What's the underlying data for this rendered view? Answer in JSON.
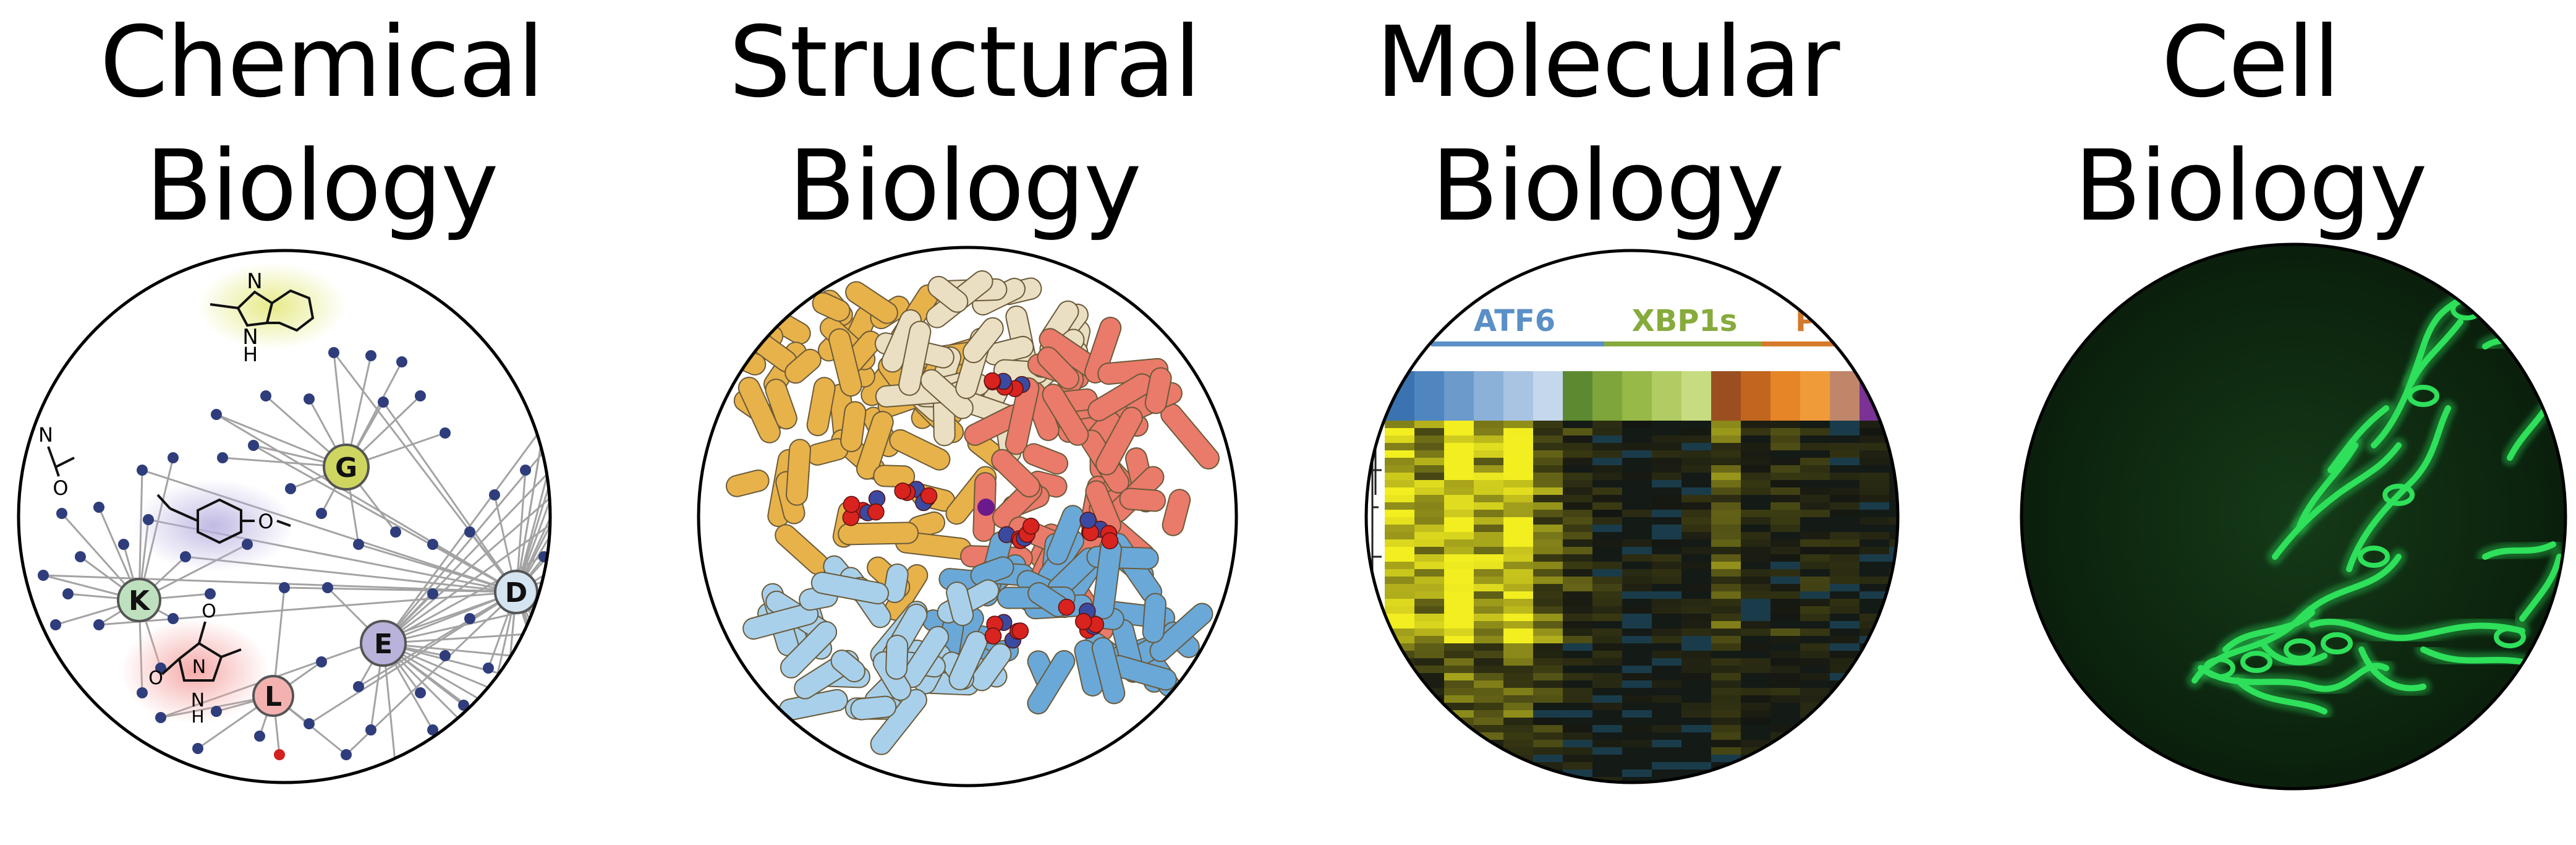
{
  "panels": [
    {
      "line1": "Chemical",
      "line2": "Biology"
    },
    {
      "line1": "Structural",
      "line2": "Biology"
    },
    {
      "line1": "Molecular",
      "line2": "Biology"
    },
    {
      "line1": "Cell",
      "line2": "Biology"
    }
  ],
  "network": {
    "hubs": [
      "G",
      "K",
      "E",
      "D",
      "L"
    ],
    "hub_colors": {
      "G": "#cfd660",
      "K": "#bfe0bf",
      "E": "#b9b2da",
      "D": "#d4e4f1",
      "L": "#f3b2b0"
    },
    "node_color": "#2f3d7c",
    "structure_labels": {
      "benzimidazole_nh": "N",
      "benzimidazole_h": "H",
      "acetamide_n": "N",
      "acetamide_o": "O",
      "hydantoin_n": "N",
      "hydantoin_nh": "N",
      "hydantoin_h": "H",
      "hydantoin_o": "O",
      "ether_o": "O"
    }
  },
  "heatmap": {
    "groups": [
      {
        "label": "ATF6",
        "color": "#5b8fc7"
      },
      {
        "label": "XBP1s",
        "color": "#86ab3c"
      },
      {
        "label": "PERK",
        "color": "#d47a2a"
      }
    ],
    "column_colors": [
      "#3b73b1",
      "#4f86c0",
      "#6b9acb",
      "#8bb1d8",
      "#a8c4e2",
      "#c4d7ed",
      "#5d8a30",
      "#7ea43c",
      "#97b948",
      "#b0cc62",
      "#c7dc80",
      "#9b4f20",
      "#c2651e",
      "#e58528",
      "#f09b3a",
      "#c0866a",
      "#7a3294",
      "#d6ad2a"
    ],
    "high_color": "#f2ee20",
    "low_color": "#1a3c4a"
  },
  "protein": {
    "subunit_colors": [
      "#e8b24a",
      "#eadfc2",
      "#ea7a6a",
      "#6aa8d8",
      "#a8d0ea"
    ]
  },
  "micrograph": {
    "background": "#0f2a12",
    "signal": "#2ee05a"
  }
}
